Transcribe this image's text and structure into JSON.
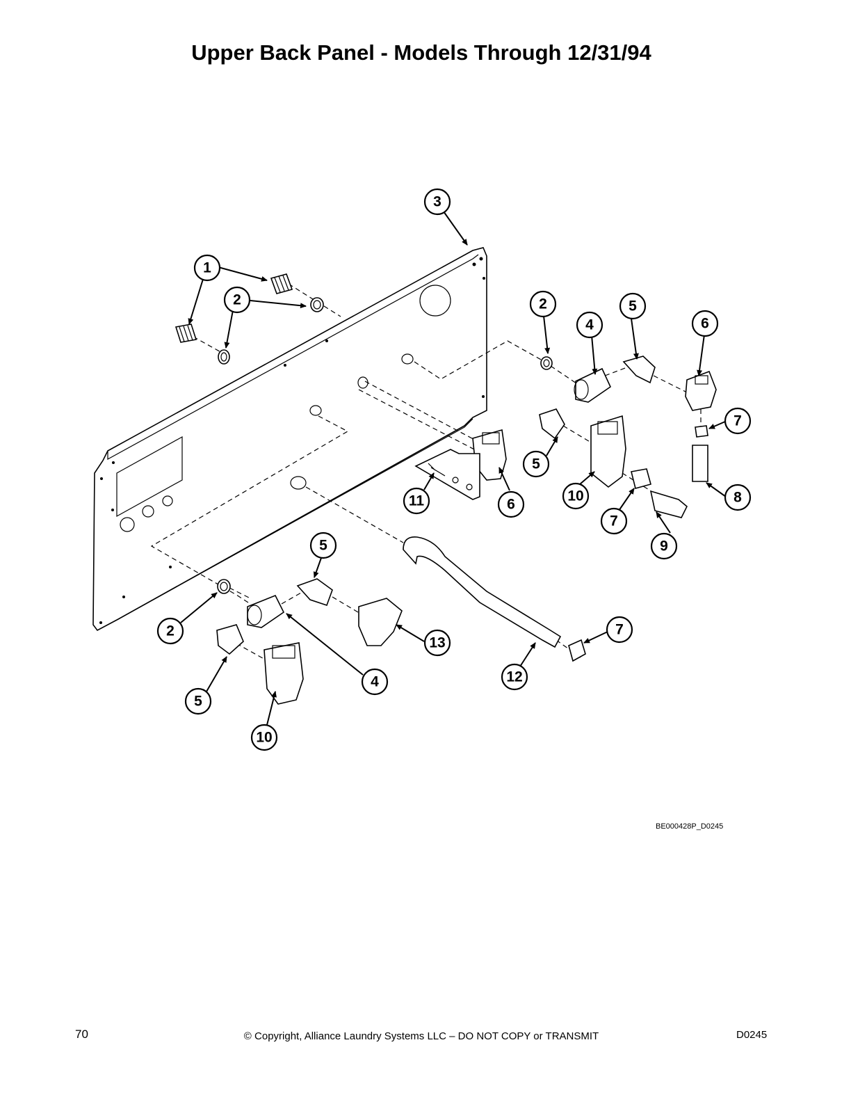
{
  "page": {
    "title": "Upper Back Panel - Models Through 12/31/94",
    "drawing_number": "BE000428P_D0245",
    "page_number": "70",
    "copyright": "© Copyright, Alliance Laundry Systems LLC – DO NOT COPY or TRANSMIT",
    "document_code": "D0245"
  },
  "callouts": [
    "1",
    "2",
    "3",
    "2",
    "4",
    "5",
    "6",
    "7",
    "5",
    "6",
    "11",
    "10",
    "8",
    "7",
    "9",
    "5",
    "7",
    "2",
    "13",
    "12",
    "4",
    "5",
    "10"
  ]
}
